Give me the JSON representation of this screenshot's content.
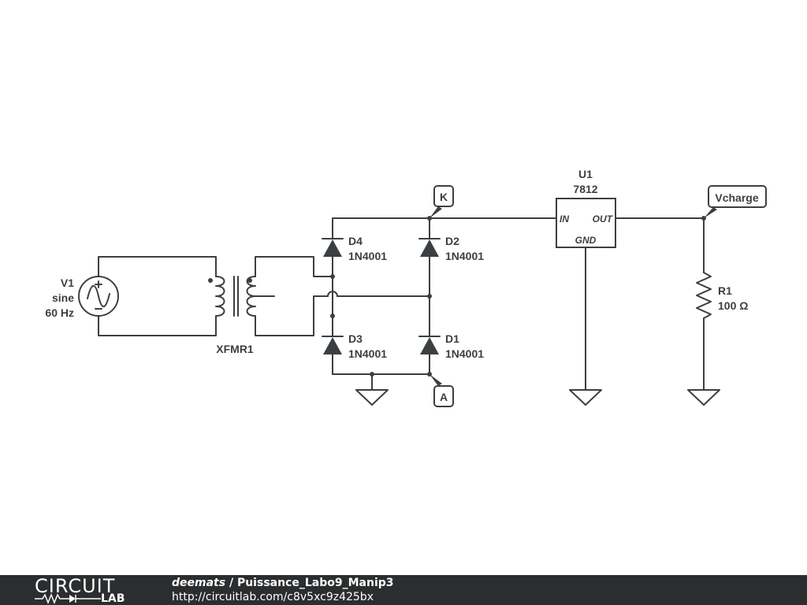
{
  "schematic": {
    "source": {
      "name": "V1",
      "type": "sine",
      "freq": "60 Hz"
    },
    "transformer": {
      "name": "XFMR1"
    },
    "diodes": [
      {
        "name": "D4",
        "part": "1N4001"
      },
      {
        "name": "D2",
        "part": "1N4001"
      },
      {
        "name": "D3",
        "part": "1N4001"
      },
      {
        "name": "D1",
        "part": "1N4001"
      }
    ],
    "regulator": {
      "name": "U1",
      "part": "7812",
      "pin_in": "IN",
      "pin_out": "OUT",
      "pin_gnd": "GND"
    },
    "resistor": {
      "name": "R1",
      "value": "100 Ω"
    },
    "probes": {
      "k": "K",
      "a": "A",
      "vcharge": "Vcharge"
    }
  },
  "footer": {
    "logo_top": "CIRCUIT",
    "logo_bottom": "LAB",
    "user": "deemats",
    "separator": " / ",
    "title": "Puissance_Labo9_Manip3",
    "url": "http://circuitlab.com/c8v5xc9z425bx"
  }
}
